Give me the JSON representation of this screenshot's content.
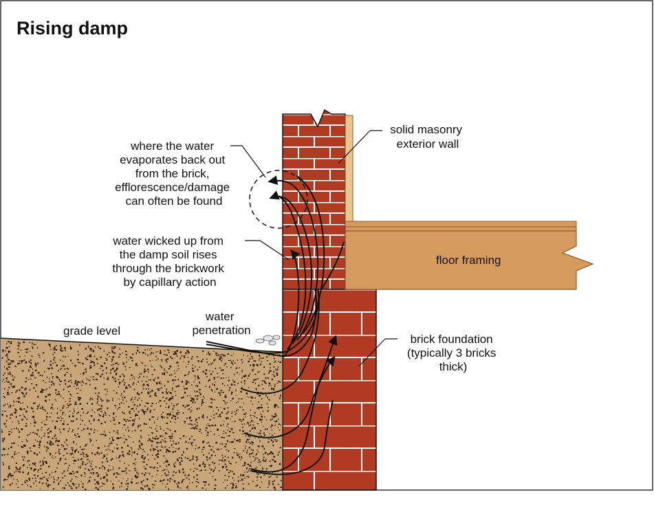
{
  "title": "Rising damp",
  "labels": {
    "wall": [
      "solid masonry",
      "exterior wall"
    ],
    "evaporation": [
      "where the water",
      "evaporates back out",
      "from the brick,",
      "efflorescence/damage",
      "can often be found"
    ],
    "wicking": [
      "water wicked up from",
      "the damp soil rises",
      "through the brickwork",
      "by capillary action"
    ],
    "penetration": [
      "water",
      "penetration"
    ],
    "grade": "grade level",
    "floor": "floor framing",
    "foundation": [
      "brick foundation",
      "(typically 3 bricks",
      "thick)"
    ]
  },
  "colors": {
    "brick": "#b03a22",
    "mortar": "#ffffff",
    "soil": "#c9a679",
    "soil_speckle": "#2a1a0a",
    "wood": "#d49a5e",
    "wood_edge": "#8a5a2e",
    "line": "#111111"
  }
}
